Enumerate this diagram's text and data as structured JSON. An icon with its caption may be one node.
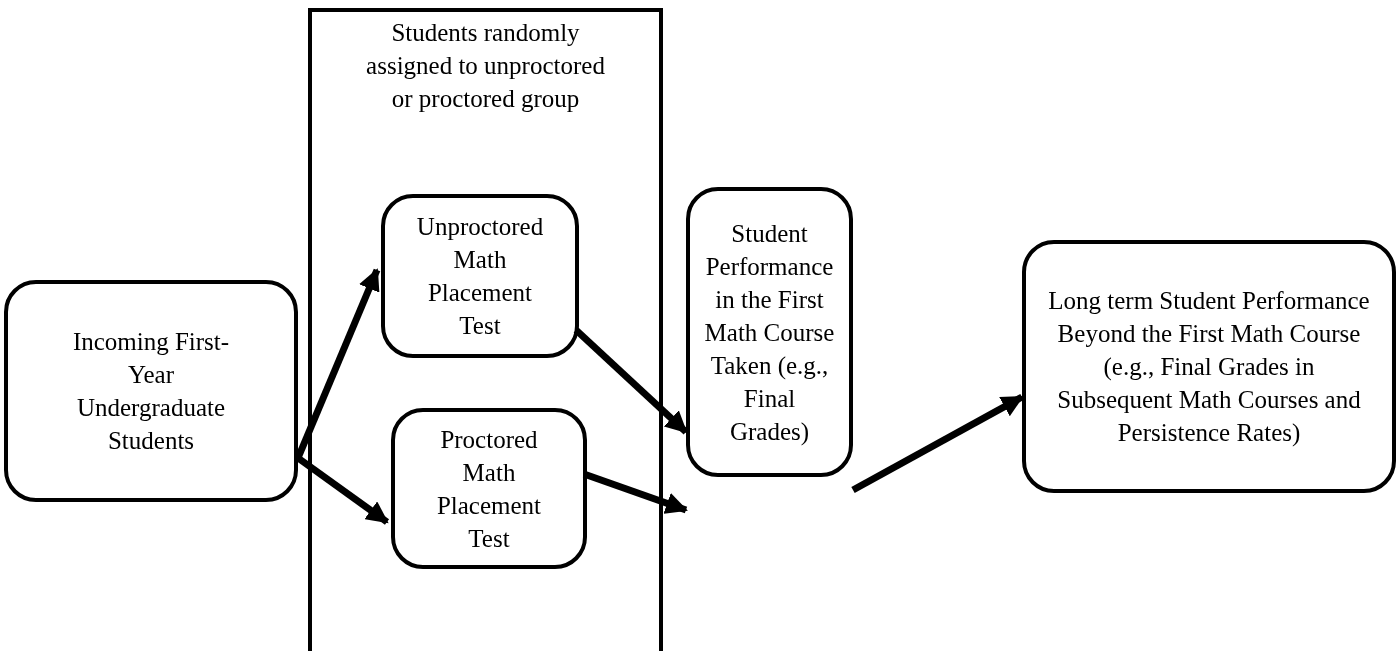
{
  "diagram": {
    "nodes": [
      {
        "text": [
          "Incoming First-Year Undergraduate Students"
        ]
      },
      {
        "text": [
          "Students randomly assigned to unproctored or proctored group"
        ]
      },
      {
        "text": [
          "Unproctored Math Placement Test"
        ],
        "in": 1
      },
      {
        "text": [
          "Proctored Math Placement Test"
        ],
        "in": 1
      },
      {
        "text": [
          "Student Performance in the First Math Course Taken (e.g., Final Grades)"
        ]
      },
      {
        "text": [
          "Long term Student Performance Beyond the First Math Course (e.g., Final Grades in Subsequent Math Courses and Persistence Rates)"
        ]
      }
    ],
    "edges": [
      {
        "from": 0,
        "to": 2,
        "arrow": "to"
      },
      {
        "from": 0,
        "to": 3,
        "arrow": "to"
      },
      {
        "from": 2,
        "to": 4,
        "arrow": "to"
      },
      {
        "from": 3,
        "to": 4,
        "arrow": "to"
      },
      {
        "from": 4,
        "to": 5,
        "arrow": "to"
      }
    ]
  }
}
